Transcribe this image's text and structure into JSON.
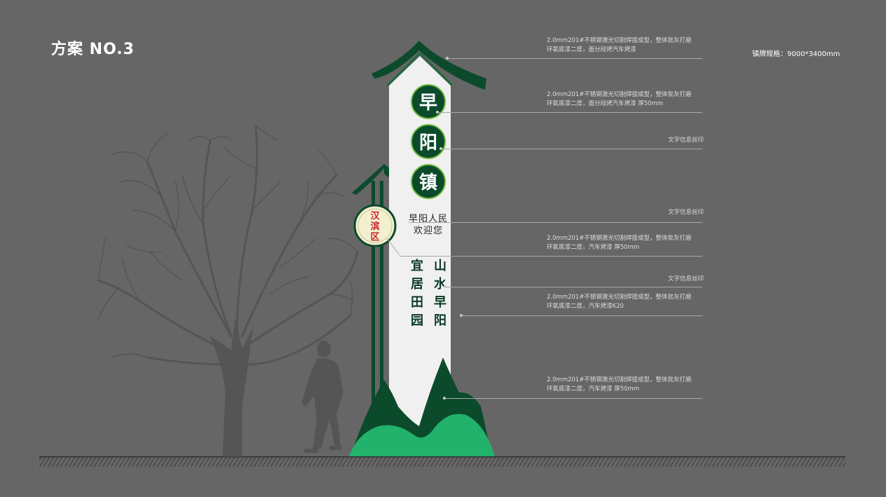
{
  "header": {
    "title": "方案 NO.3"
  },
  "spec": {
    "label": "镇牌规格：9000*3400mm"
  },
  "sign": {
    "main_chars": [
      "早",
      "阳",
      "镇"
    ],
    "welcome_line1": "早阳人民",
    "welcome_line2": "欢迎您",
    "badge_chars": [
      "汉",
      "滨",
      "区"
    ],
    "slogan_col1": [
      "宜",
      "居",
      "田",
      "园"
    ],
    "slogan_col2": [
      "山",
      "水",
      "早",
      "阳"
    ]
  },
  "annotations": [
    {
      "line1": "2.0mm201#不锈钢激光切割焊接成型，整体批灰打磨",
      "line2": "环氧底漆二度，面分段烤汽车烤漆"
    },
    {
      "line1": "2.0mm201#不锈钢激光切割焊接成型，整体批灰打磨",
      "line2": "环氧底漆二度，面分段烤汽车烤漆 厚50mm"
    },
    {
      "line1": "文字信息丝印"
    },
    {
      "line1": "文字信息丝印"
    },
    {
      "line1": "2.0mm201#不锈钢激光切割焊接成型，整体批灰打磨",
      "line2": "环氧底漆二度，汽车烤漆 厚50mm"
    },
    {
      "line1": "文字信息丝印"
    },
    {
      "line1": "2.0mm201#不锈钢激光切割焊接成型，整体批灰打磨",
      "line2": "环氧底漆二度，汽车烤漆K20"
    },
    {
      "line1": "2.0mm201#不锈钢激光切割焊接成型，整体批灰打磨",
      "line2": "环氧底漆二度，汽车烤漆  厚50mm"
    }
  ],
  "colors": {
    "background": "#666666",
    "dark_green": "#0c4a2c",
    "light_green": "#22b26b",
    "panel": "#f0f0f0",
    "badge_fill": "#f3f0cf",
    "badge_text": "#c8262c",
    "silhouette": "#555555"
  }
}
